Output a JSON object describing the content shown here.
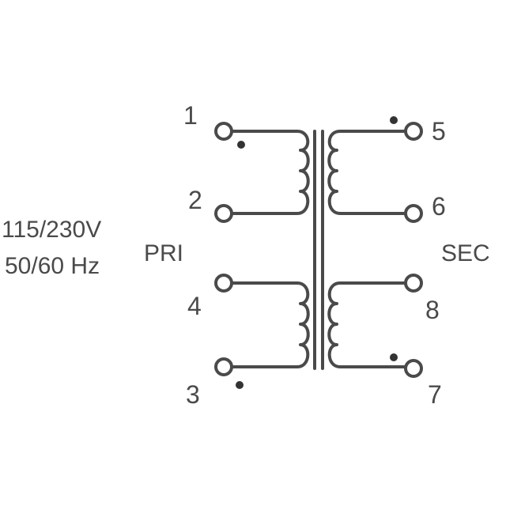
{
  "diagram": {
    "input_label_line1": "115/230V",
    "input_label_line2": "50/60 Hz",
    "primary_label": "PRI",
    "secondary_label": "SEC",
    "pins": {
      "p1": "1",
      "p2": "2",
      "p3": "3",
      "p4": "4",
      "p5": "5",
      "p6": "6",
      "p7": "7",
      "p8": "8"
    },
    "line_color": "#4a4a4a",
    "dot_color": "#333333"
  }
}
